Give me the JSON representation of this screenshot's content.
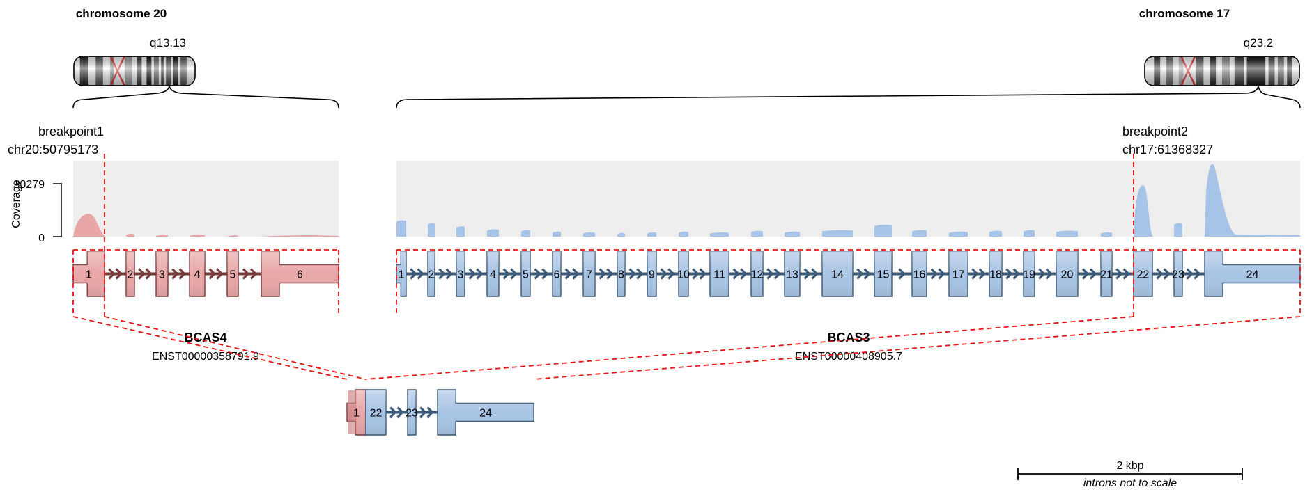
{
  "colors": {
    "gene_a_fill": "#e8a7a7",
    "gene_a_dark": "#c57777",
    "gene_a_stroke": "#7a3a3a",
    "gene_b_fill": "#a8c4e4",
    "gene_b_dark": "#7f9fc6",
    "gene_b_stroke": "#3c5a7a",
    "coverage_bg": "#eeeeee",
    "coverage_a": "#e8a0a0",
    "coverage_b": "#9fc0e6",
    "breakpoint_line": "#ee1111",
    "centromere": "#dd2222"
  },
  "chromosome1": {
    "name": "chromosome 20",
    "band": "q13.13"
  },
  "chromosome2": {
    "name": "chromosome 17",
    "band": "q23.2"
  },
  "breakpoint1": {
    "label": "breakpoint1",
    "position": "chr20:50795173"
  },
  "breakpoint2": {
    "label": "breakpoint2",
    "position": "chr17:61368327"
  },
  "coverage": {
    "axis_label": "Coverage",
    "max_value": 30279,
    "max_label": "30279",
    "min_label": "0"
  },
  "gene1": {
    "symbol": "BCAS4",
    "transcript": "ENST00000358791.9",
    "strand": "+",
    "exons": [
      "1",
      "2",
      "3",
      "4",
      "5",
      "6"
    ],
    "exon_coverage_fraction": [
      0.32,
      0.04,
      0.03,
      0.03,
      0.02,
      0.02
    ]
  },
  "gene2": {
    "symbol": "BCAS3",
    "transcript": "ENST00000408905.7",
    "strand": "+",
    "exons": [
      "1",
      "2",
      "3",
      "4",
      "5",
      "6",
      "7",
      "8",
      "9",
      "10",
      "11",
      "12",
      "13",
      "14",
      "15",
      "16",
      "17",
      "18",
      "19",
      "20",
      "21",
      "22",
      "23",
      "24"
    ],
    "exon_coverage_fraction": [
      0.22,
      0.18,
      0.14,
      0.1,
      0.09,
      0.07,
      0.06,
      0.05,
      0.06,
      0.07,
      0.06,
      0.08,
      0.07,
      0.09,
      0.16,
      0.09,
      0.07,
      0.08,
      0.09,
      0.08,
      0.06,
      0.7,
      0.18,
      0.98
    ]
  },
  "fusion": {
    "exons": [
      {
        "gene": "gene1",
        "label": "1"
      },
      {
        "gene": "gene2",
        "label": "22"
      },
      {
        "gene": "gene2",
        "label": "23"
      },
      {
        "gene": "gene2",
        "label": "24"
      }
    ]
  },
  "scale_bar": {
    "label": "2 kbp",
    "note": "introns not to scale"
  }
}
